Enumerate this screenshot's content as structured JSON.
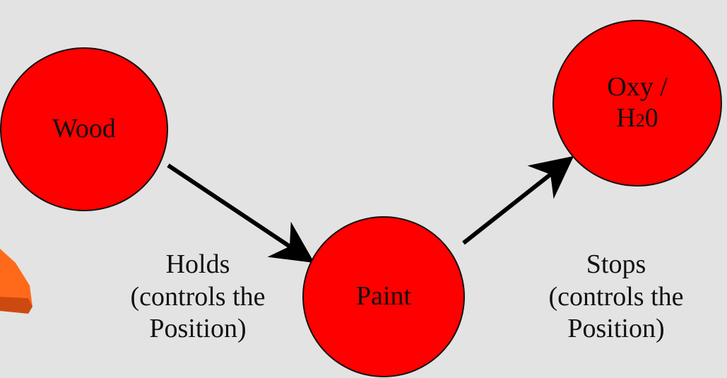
{
  "nodes": {
    "wood": {
      "label": "Wood"
    },
    "paint": {
      "label": "Paint"
    },
    "oxy": {
      "line1": "Oxy /",
      "h": "H",
      "sub": "2",
      "zero": "0"
    }
  },
  "captions": {
    "holds": {
      "line1": "Holds",
      "line2": "(controls the",
      "line3": "Position)"
    },
    "stops": {
      "line1": "Stops",
      "line2": "(controls the",
      "line3": "Position)"
    }
  },
  "colors": {
    "background": "#e3e3e3",
    "node_fill": "#ff0000",
    "arrow": "#000000",
    "orange_shape": "#ff6a1a"
  }
}
